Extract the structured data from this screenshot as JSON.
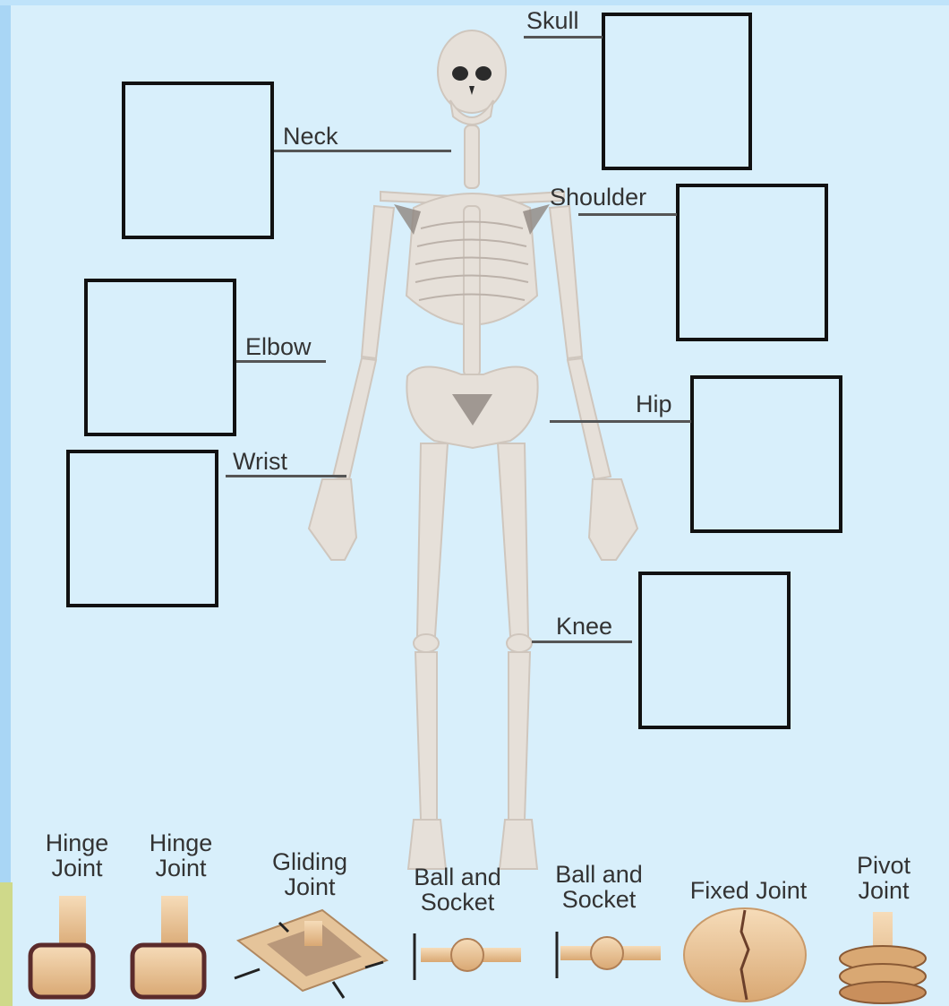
{
  "labels": {
    "skull": "Skull",
    "neck": "Neck",
    "shoulder": "Shoulder",
    "elbow": "Elbow",
    "hip": "Hip",
    "wrist": "Wrist",
    "knee": "Knee"
  },
  "joint_types": [
    {
      "line1": "Hinge",
      "line2": "Joint"
    },
    {
      "line1": "Hinge",
      "line2": "Joint"
    },
    {
      "line1": "Gliding",
      "line2": "Joint"
    },
    {
      "line1": "Ball and",
      "line2": "Socket"
    },
    {
      "line1": "Ball and",
      "line2": "Socket"
    },
    {
      "line1": "Fixed Joint",
      "line2": ""
    },
    {
      "line1": "Pivot",
      "line2": "Joint"
    }
  ],
  "colors": {
    "background": "#d8effb",
    "bone": "#e6e0d9",
    "bone_shadow": "#bcb2aa",
    "box_border": "#111111",
    "joint_tan": "#ecc9a0"
  }
}
